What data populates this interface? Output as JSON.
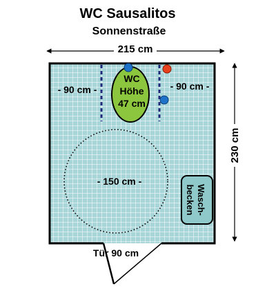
{
  "title": "WC Sausalitos",
  "subtitle": "Sonnenstraße",
  "dimensions": {
    "width_label": "215 cm",
    "height_label": "230 cm",
    "left_clearance_label": "- 90 cm -",
    "right_clearance_label": "- 90 cm -",
    "turning_circle_label": "- 150 cm -",
    "door_label": "Tür 90 cm"
  },
  "wc": {
    "line1": "WC",
    "line2": "Höhe",
    "line3": "47 cm"
  },
  "sink": {
    "line1": "Wasch-",
    "line2": "becken"
  },
  "colors": {
    "floor_tile": "#a8d5d8",
    "tile_grid": "#ffffff",
    "wall": "#000000",
    "wc_fill": "#8cc63f",
    "sink_fill": "#8fc9c9",
    "dashed_line": "#1f2a7a",
    "button_blue": "#1e73c8",
    "button_red": "#e8411e"
  }
}
